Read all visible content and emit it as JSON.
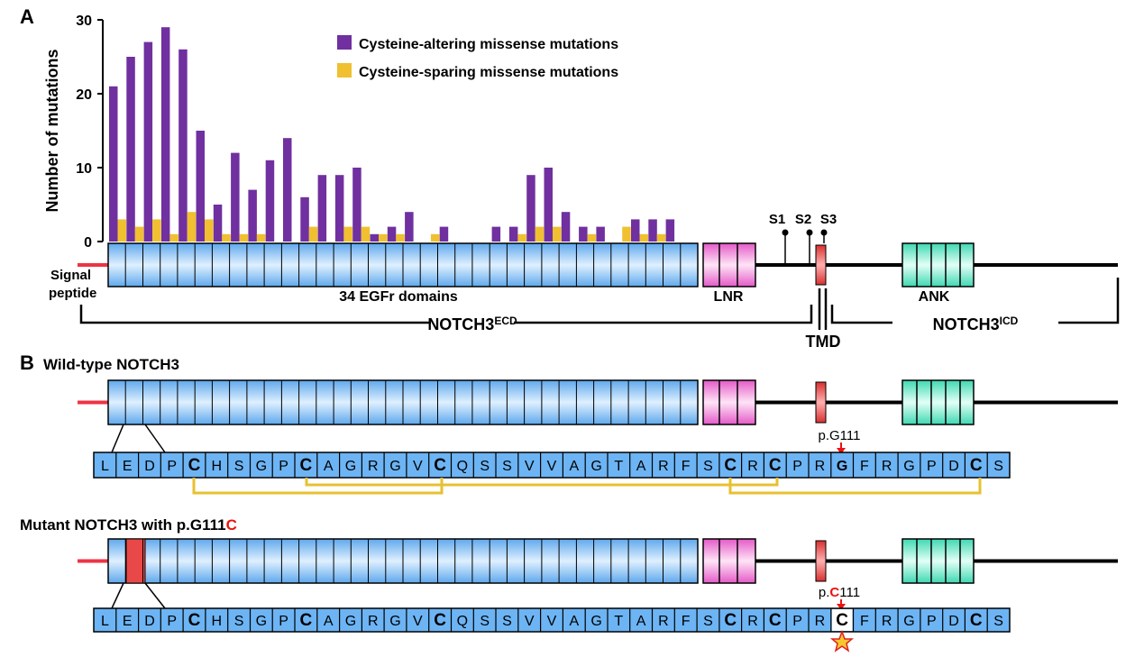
{
  "panel_a": {
    "label": "A",
    "ylabel": "Number of mutations",
    "yticks": [
      "0",
      "10",
      "20",
      "30"
    ],
    "legend": [
      {
        "name": "Cysteine-altering missense mutations",
        "color": "#7030a0"
      },
      {
        "name": "Cysteine-sparing missense mutations",
        "color": "#f0c030"
      }
    ],
    "labels": {
      "signal": "Signal",
      "peptide": "peptide",
      "egfr": "34 EGFr domains",
      "lnr": "LNR",
      "ank": "ANK",
      "ecd_base": "NOTCH3",
      "ecd_sup": "ECD",
      "icd_base": "NOTCH3",
      "icd_sup": "ICD",
      "tmd": "TMD",
      "s1": "S1",
      "s2": "S2",
      "s3": "S3"
    }
  },
  "chart_data": {
    "type": "bar",
    "categories": [
      "1",
      "2",
      "3",
      "4",
      "5",
      "6",
      "7",
      "8",
      "9",
      "10",
      "11",
      "12",
      "13",
      "14",
      "15",
      "16",
      "17",
      "18",
      "19",
      "20",
      "21",
      "22",
      "23",
      "24",
      "25",
      "26",
      "27",
      "28",
      "29",
      "30",
      "31",
      "32",
      "33",
      "34"
    ],
    "series": [
      {
        "name": "Cysteine-altering missense mutations",
        "values": [
          21,
          25,
          27,
          29,
          26,
          15,
          5,
          12,
          7,
          11,
          14,
          6,
          9,
          9,
          10,
          1,
          2,
          4,
          0,
          2,
          0,
          0,
          2,
          2,
          9,
          10,
          4,
          2,
          2,
          0,
          3,
          3,
          3,
          0
        ]
      },
      {
        "name": "Cysteine-sparing missense mutations",
        "values": [
          3,
          2,
          3,
          1,
          4,
          3,
          1,
          1,
          1,
          0,
          0,
          2,
          0,
          2,
          2,
          1,
          1,
          0,
          1,
          0,
          0,
          0,
          0,
          1,
          2,
          2,
          0,
          1,
          0,
          2,
          1,
          1,
          0,
          0
        ]
      }
    ],
    "ylabel": "Number of mutations",
    "ylim": [
      0,
      30
    ]
  },
  "panel_b": {
    "label": "B",
    "wt_title": "Wild-type NOTCH3",
    "mut_title_prefix": "Mutant NOTCH3 with p.G111",
    "mut_title_highlight": "C",
    "wt_position_label": "p.G111",
    "mut_label_prefix": "p.",
    "mut_label_highlight": "C",
    "mut_label_suffix": "111",
    "wt_sequence": [
      "L",
      "E",
      "D",
      "P",
      "C",
      "H",
      "S",
      "G",
      "P",
      "C",
      "A",
      "G",
      "R",
      "G",
      "V",
      "C",
      "Q",
      "S",
      "S",
      "V",
      "V",
      "A",
      "G",
      "T",
      "A",
      "R",
      "F",
      "S",
      "C",
      "R",
      "C",
      "P",
      "R",
      "G",
      "F",
      "R",
      "G",
      "P",
      "D",
      "C",
      "S"
    ],
    "mut_sequence": [
      "L",
      "E",
      "D",
      "P",
      "C",
      "H",
      "S",
      "G",
      "P",
      "C",
      "A",
      "G",
      "R",
      "G",
      "V",
      "C",
      "Q",
      "S",
      "S",
      "V",
      "V",
      "A",
      "G",
      "T",
      "A",
      "R",
      "F",
      "S",
      "C",
      "R",
      "C",
      "P",
      "R",
      "C",
      "F",
      "R",
      "G",
      "P",
      "D",
      "C",
      "S"
    ],
    "colors": {
      "cysteine": "#ee1111",
      "disulfide": "#e8c030",
      "highlight_domain": "#e84848",
      "star_fill": "#f5c830",
      "star_stroke": "#e02020"
    }
  }
}
